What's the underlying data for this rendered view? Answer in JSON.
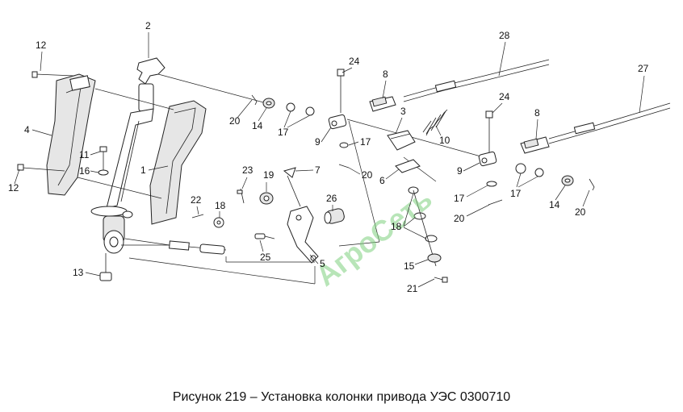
{
  "caption": "Рисунок 219 – Установка колонки привода УЭС 0300710",
  "watermark": "АгроСеть",
  "watermark_color": "#7fd07f",
  "callouts": [
    "1",
    "2",
    "3",
    "4",
    "5",
    "6",
    "7",
    "8",
    "9",
    "10",
    "11",
    "12",
    "13",
    "14",
    "15",
    "16",
    "17",
    "18",
    "19",
    "20",
    "21",
    "22",
    "23",
    "24",
    "25",
    "26",
    "27",
    "28"
  ]
}
